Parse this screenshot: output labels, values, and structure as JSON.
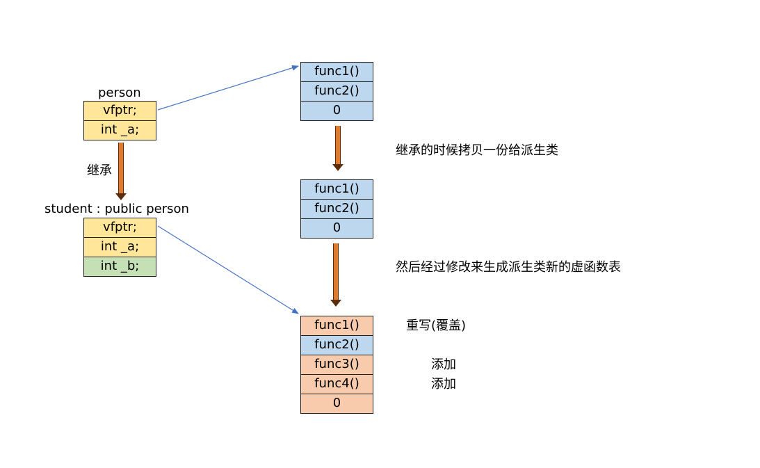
{
  "person": {
    "title": "person",
    "fields": [
      "vfptr;",
      "int _a;"
    ]
  },
  "inherit_label": "继承",
  "student": {
    "title": "student : public person",
    "fields": [
      "vfptr;",
      "int _a;",
      "int _b;"
    ]
  },
  "base_vtable": [
    "func1()",
    "func2()",
    "0"
  ],
  "copied_vtable": [
    "func1()",
    "func2()",
    "0"
  ],
  "derived_vtable": [
    "func1()",
    "func2()",
    "func3()",
    "func4()",
    "0"
  ],
  "notes": {
    "copy": "继承的时候拷贝一份给派生类",
    "modify": "然后经过修改来生成派生类新的虚函数表",
    "override": "重写(覆盖)",
    "add1": "添加",
    "add2": "添加"
  },
  "colors": {
    "field_yellow": "#ffe699",
    "field_green": "#c5e0b4",
    "vtable_blue": "#bdd7ee",
    "vtable_orange": "#f8cbad",
    "inherit_arrow": "#e07a2c",
    "pointer_line": "#4472c4"
  }
}
